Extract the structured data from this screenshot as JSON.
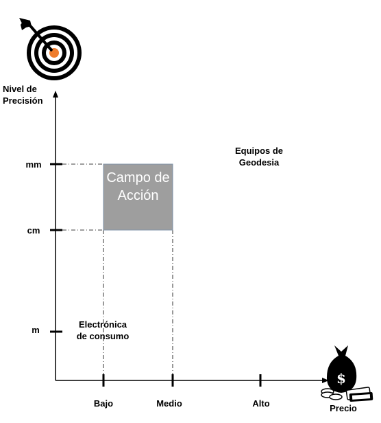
{
  "y_axis": {
    "title": "Nivel de Precisión",
    "ticks": [
      "mm",
      "cm",
      "m"
    ]
  },
  "x_axis": {
    "title": "Precio",
    "ticks": [
      "Bajo",
      "Medio",
      "Alto"
    ]
  },
  "regions": {
    "campo": "Campo de Acción",
    "equipos": "Equipos de Geodesia",
    "electronica": "Electrónica de consumo"
  },
  "icons": {
    "target": "target-icon",
    "money": "money-bag-icon"
  },
  "colors": {
    "campo_fill": "#9e9e9e",
    "campo_border": "#7f93a8",
    "target_center": "#ef7d2d",
    "dollar": "#000000"
  }
}
